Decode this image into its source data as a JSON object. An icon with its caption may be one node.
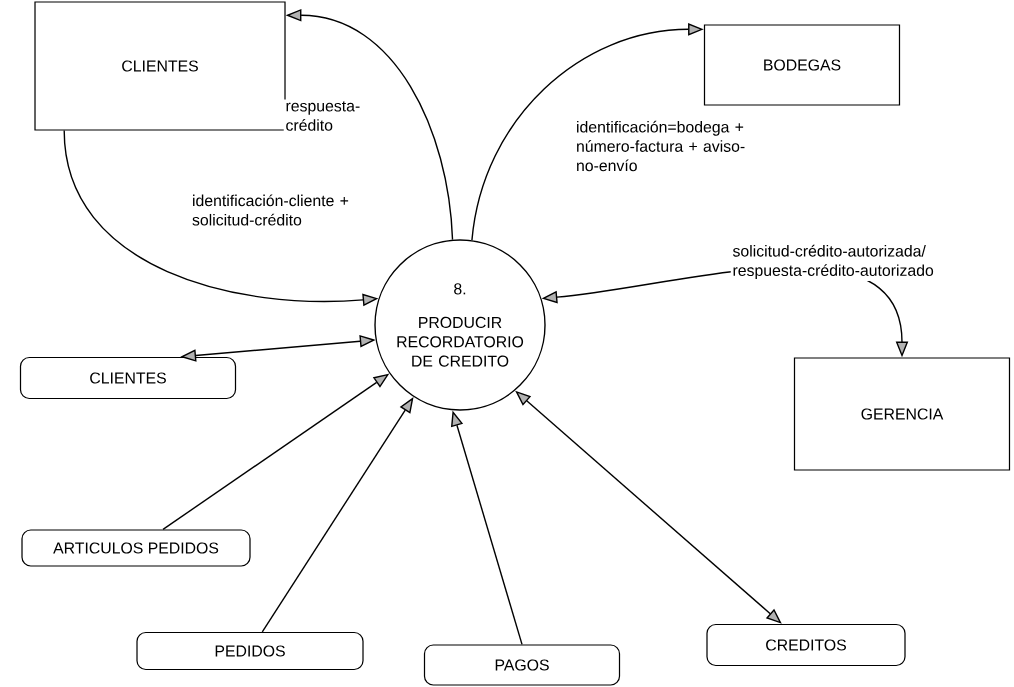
{
  "diagram": {
    "nodes": [
      {
        "text": [
          "CLIENTES"
        ]
      },
      {
        "text": [
          "BODEGAS"
        ]
      },
      {
        "text": [
          "8.",
          "PRODUCIR RECORDATORIO DE CREDITO"
        ]
      },
      {
        "text": [
          "GERENCIA"
        ]
      },
      {
        "text": [
          "CLIENTES"
        ]
      },
      {
        "text": [
          "ARTICULOS PEDIDOS"
        ]
      },
      {
        "text": [
          "PEDIDOS"
        ]
      },
      {
        "text": [
          "PAGOS"
        ]
      },
      {
        "text": [
          "CREDITOS"
        ]
      }
    ],
    "edges": [
      {
        "from": 2,
        "to": 0,
        "arrow": "to",
        "label": "respuesta- crédito"
      },
      {
        "from": 2,
        "to": 1,
        "arrow": "to",
        "label": "identificación=bodega + número-factura + aviso-no-envío"
      },
      {
        "from": 0,
        "to": 2,
        "arrow": "to",
        "label": "identificación-cliente + solicitud-crédito"
      },
      {
        "from": 2,
        "to": 3,
        "arrow": "both",
        "label": "solicitud-crédito-autorizada/ respuesta-crédito-autorizado"
      },
      {
        "from": 2,
        "to": 4,
        "arrow": "both"
      },
      {
        "from": 5,
        "to": 2,
        "arrow": "to"
      },
      {
        "from": 6,
        "to": 2,
        "arrow": "to"
      },
      {
        "from": 7,
        "to": 2,
        "arrow": "to"
      },
      {
        "from": 2,
        "to": 8,
        "arrow": "both"
      }
    ]
  }
}
